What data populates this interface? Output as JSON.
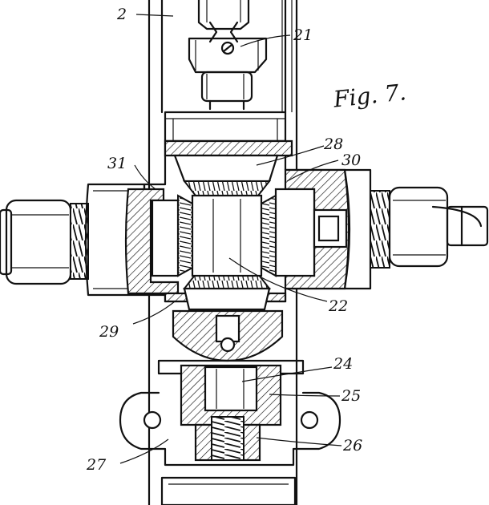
{
  "figure": {
    "title": "Fig. 7."
  },
  "reference_numerals": [
    {
      "id": "ref-2",
      "label": "2"
    },
    {
      "id": "ref-21",
      "label": "21"
    },
    {
      "id": "ref-28",
      "label": "28"
    },
    {
      "id": "ref-30",
      "label": "30"
    },
    {
      "id": "ref-31",
      "label": "31"
    },
    {
      "id": "ref-22",
      "label": "22"
    },
    {
      "id": "ref-29",
      "label": "29"
    },
    {
      "id": "ref-24",
      "label": "24"
    },
    {
      "id": "ref-25",
      "label": "25"
    },
    {
      "id": "ref-26",
      "label": "26"
    },
    {
      "id": "ref-27",
      "label": "27"
    }
  ]
}
